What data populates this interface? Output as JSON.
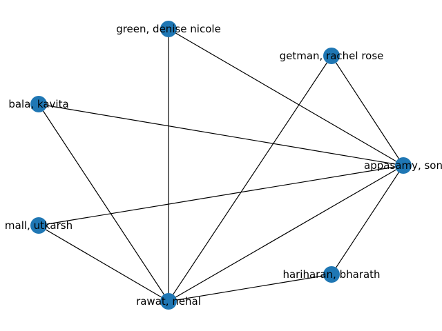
{
  "graph": {
    "type": "network",
    "node_color": "#1f77b4",
    "edge_color": "#000000",
    "nodes": [
      {
        "id": "green",
        "label": "green, denise nicole"
      },
      {
        "id": "getman",
        "label": "getman, rachel rose"
      },
      {
        "id": "bala",
        "label": "bala, kavita"
      },
      {
        "id": "appasamy",
        "label": "appasamy, son"
      },
      {
        "id": "small",
        "label": "mall, utkarsh"
      },
      {
        "id": "hariharan",
        "label": "hariharan, bharath"
      },
      {
        "id": "rawat",
        "label": "rawat, nehal"
      }
    ],
    "edges": [
      {
        "source": "green",
        "target": "appasamy"
      },
      {
        "source": "green",
        "target": "rawat"
      },
      {
        "source": "getman",
        "target": "appasamy"
      },
      {
        "source": "getman",
        "target": "rawat"
      },
      {
        "source": "bala",
        "target": "appasamy"
      },
      {
        "source": "bala",
        "target": "rawat"
      },
      {
        "source": "small",
        "target": "appasamy"
      },
      {
        "source": "small",
        "target": "rawat"
      },
      {
        "source": "appasamy",
        "target": "rawat"
      },
      {
        "source": "appasamy",
        "target": "hariharan"
      },
      {
        "source": "hariharan",
        "target": "rawat"
      }
    ]
  }
}
